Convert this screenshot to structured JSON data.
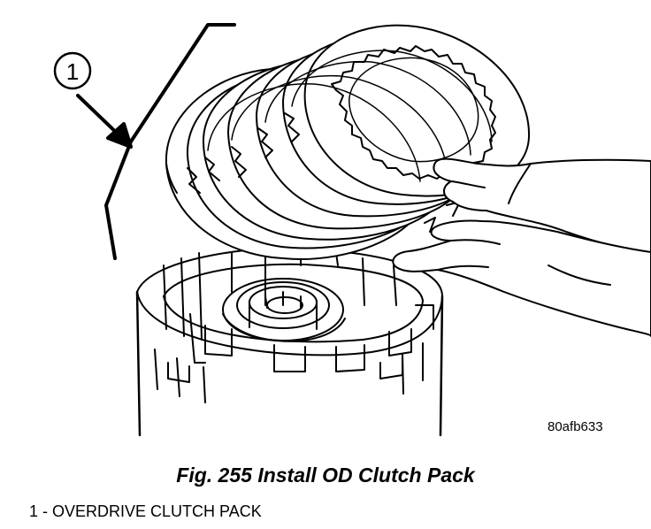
{
  "callout": {
    "number": "1"
  },
  "figure": {
    "code": "80afb633",
    "caption": "Fig. 255 Install OD Clutch Pack"
  },
  "legend": {
    "items": [
      "1 - OVERDRIVE CLUTCH PACK"
    ]
  }
}
